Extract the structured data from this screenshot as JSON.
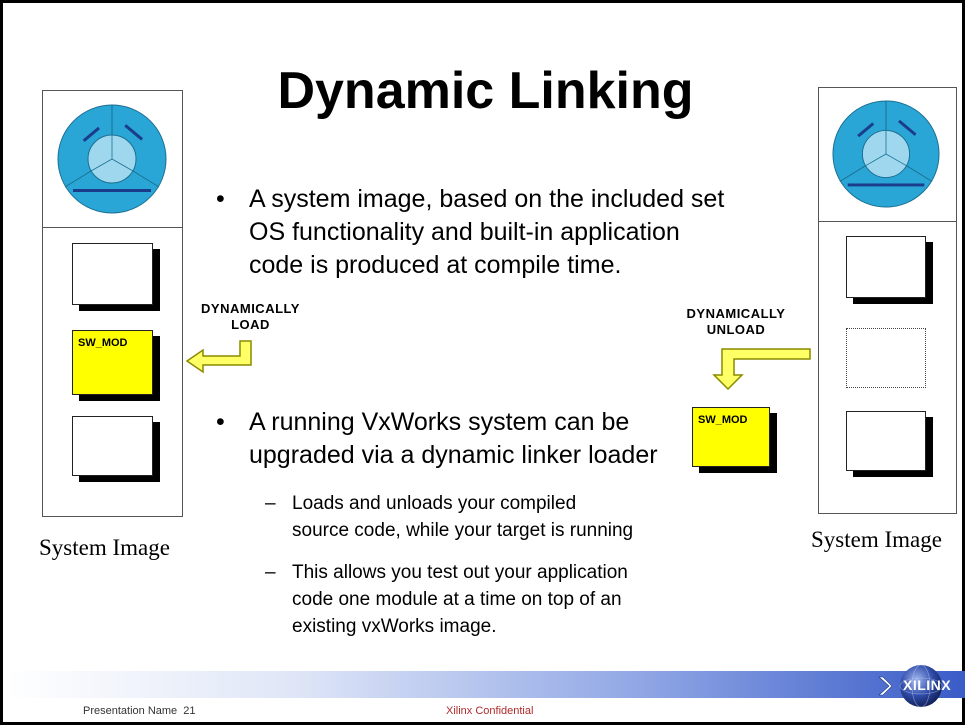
{
  "slide": {
    "title": "Dynamic Linking",
    "bullets": [
      {
        "text": "A system image, based on the included set OS functionality and built-in application code is produced at compile time.",
        "lines": [
          "A system image, based on the included set",
          "OS functionality and built-in application",
          "code is produced at compile time."
        ]
      },
      {
        "text": "A running VxWorks system can be upgraded via a dynamic linker loader",
        "lines": [
          "A running VxWorks system can be",
          "upgraded via a dynamic linker loader"
        ],
        "subbullets": [
          {
            "lines": [
              "Loads and unloads your compiled",
              "source code, while your target is running"
            ]
          },
          {
            "lines": [
              "This allows you test out your application",
              "code one module at a time on top of an",
              "existing vxWorks image."
            ]
          }
        ]
      }
    ]
  },
  "diagram": {
    "left_caption": "System Image",
    "right_caption": "System Image",
    "module_label": "SW_MOD",
    "load_label": [
      "DYNAMICALLY",
      "LOAD"
    ],
    "unload_label": [
      "DYNAMICALLY",
      "UNLOAD"
    ],
    "colors": {
      "module": "#ffff00",
      "os_circle": "#2aa6d6",
      "os_inner": "#9fd8ee"
    }
  },
  "footer": {
    "presentation": "Presentation Name",
    "page": "21",
    "confidential": "Xilinx Confidential",
    "logo": "XILINX",
    "logo_icon": "xilinx-globe-logo"
  }
}
